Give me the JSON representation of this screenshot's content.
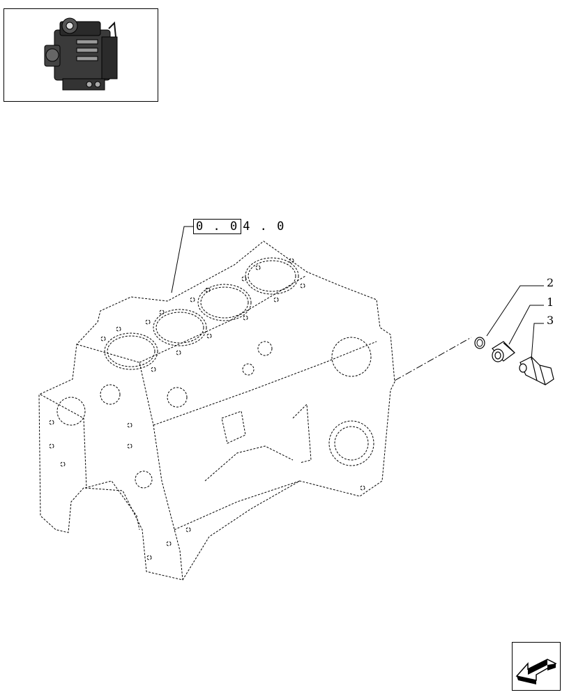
{
  "reference": {
    "boxed": "0 . 0",
    "rest": "4 . 0"
  },
  "callouts": [
    {
      "number": "2"
    },
    {
      "number": "1"
    },
    {
      "number": "3"
    }
  ],
  "icons": {
    "thumbnail": "engine-thumbnail-icon",
    "navigation": "previous-page-arrow-icon"
  },
  "colors": {
    "line": "#000000",
    "background": "#ffffff"
  }
}
